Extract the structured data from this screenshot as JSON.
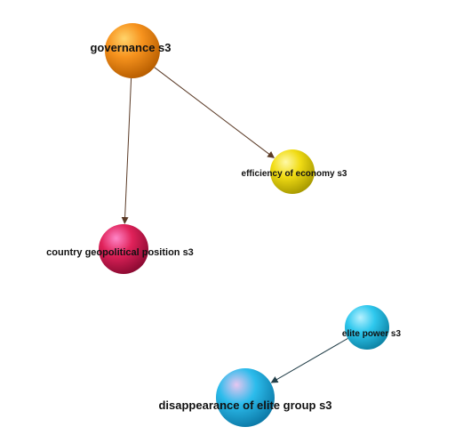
{
  "graph": {
    "nodes": [
      {
        "id": "governance",
        "label": "governance s3",
        "color": "#f7931e",
        "highlight": "#ffd46b",
        "shade": "#b85e00",
        "label_size": "large"
      },
      {
        "id": "efficiency",
        "label": "efficiency of economy s3",
        "color": "#f1dc14",
        "highlight": "#fff9a8",
        "shade": "#a89a00",
        "label_size": "small"
      },
      {
        "id": "country",
        "label": "country geopolitical position s3",
        "color": "#e0225a",
        "highlight": "#ff86c8",
        "shade": "#8c0a32",
        "label_size": "medium"
      },
      {
        "id": "elite_power",
        "label": "elite power s3",
        "color": "#2fc8ee",
        "highlight": "#b7f1ff",
        "shade": "#0d84a6",
        "label_size": "small"
      },
      {
        "id": "disappearance",
        "label": "disappearance of elite group s3",
        "color": "#2cbcec",
        "highlight": "#e7c6f0",
        "shade": "#0c7aa8",
        "label_size": "large"
      }
    ],
    "edges": [
      {
        "from": "governance",
        "to": "efficiency",
        "color": "#5a3a26"
      },
      {
        "from": "governance",
        "to": "country",
        "color": "#5a3a26"
      },
      {
        "from": "elite_power",
        "to": "disappearance",
        "color": "#24404a"
      }
    ]
  }
}
